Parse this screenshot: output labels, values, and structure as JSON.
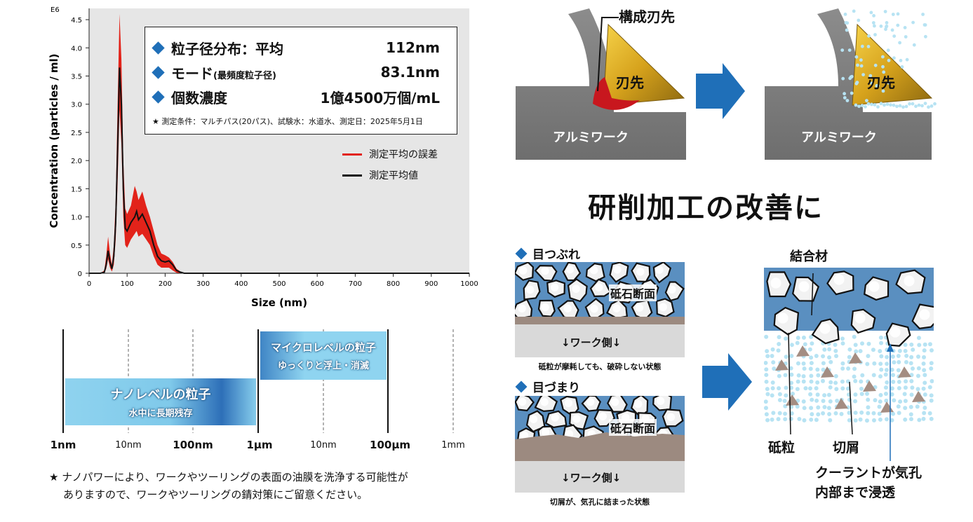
{
  "chart_data": {
    "type": "area",
    "multiplier_label": "E6",
    "xlabel": "Size (nm)",
    "ylabel": "Concentration (particles / ml)",
    "xlim": [
      0,
      1000
    ],
    "ylim": [
      0,
      4.7
    ],
    "x_ticks": [
      "0",
      "100",
      "200",
      "300",
      "400",
      "500",
      "600",
      "700",
      "800",
      "900",
      "1000"
    ],
    "y_ticks": [
      "0",
      "0.5",
      "1.0",
      "1.5",
      "2.0",
      "2.5",
      "3.0",
      "3.5",
      "4.0",
      "4.5"
    ],
    "series": [
      {
        "name": "測定平均値",
        "color": "#111111",
        "x": [
          0,
          30,
          40,
          45,
          50,
          55,
          60,
          65,
          70,
          75,
          80,
          85,
          90,
          95,
          100,
          110,
          120,
          125,
          130,
          140,
          150,
          160,
          170,
          180,
          190,
          200,
          210,
          220,
          230,
          240,
          250,
          260,
          300,
          400,
          1000
        ],
        "y": [
          0,
          0,
          0.02,
          0.15,
          0.4,
          0.2,
          0.08,
          0.3,
          0.9,
          2.2,
          3.65,
          3.0,
          1.5,
          0.8,
          0.75,
          0.9,
          1.0,
          1.1,
          0.95,
          1.05,
          0.9,
          0.75,
          0.5,
          0.3,
          0.22,
          0.2,
          0.22,
          0.15,
          0.05,
          0.02,
          0,
          0,
          0,
          0,
          0
        ]
      },
      {
        "name": "測定平均の誤差",
        "color": "#e2231a",
        "x": [
          0,
          30,
          40,
          45,
          50,
          55,
          60,
          65,
          70,
          75,
          80,
          85,
          90,
          95,
          100,
          110,
          120,
          125,
          130,
          140,
          150,
          160,
          170,
          180,
          190,
          200,
          210,
          220,
          230,
          240,
          250,
          260,
          300,
          400,
          1000
        ],
        "lower": [
          0,
          0,
          0,
          0.08,
          0.25,
          0.1,
          0.03,
          0.15,
          0.6,
          1.6,
          2.9,
          2.3,
          1.0,
          0.5,
          0.45,
          0.6,
          0.7,
          0.75,
          0.65,
          0.7,
          0.6,
          0.5,
          0.3,
          0.15,
          0.1,
          0.1,
          0.1,
          0.05,
          0.01,
          0,
          0,
          0,
          0,
          0,
          0
        ],
        "upper": [
          0,
          0,
          0.05,
          0.3,
          0.65,
          0.35,
          0.15,
          0.5,
          1.3,
          3.0,
          4.6,
          3.8,
          2.0,
          1.15,
          1.05,
          1.2,
          1.55,
          1.45,
          1.3,
          1.45,
          1.2,
          1.0,
          0.75,
          0.5,
          0.35,
          0.32,
          0.28,
          0.2,
          0.08,
          0.03,
          0,
          0,
          0,
          0,
          0
        ]
      }
    ]
  },
  "info": {
    "row1_label": "粒子径分布：平均",
    "row1_value": "112nm",
    "row2_label": "モード",
    "row2_sub": "(最頻度粒子径)",
    "row2_value": "83.1nm",
    "row3_label": "個数濃度",
    "row3_value": "1億4500万個/mL",
    "conditions": "★ 測定条件：マルチパス(20パス)、試験水：水道水、測定日：2025年5月1日"
  },
  "legend": {
    "error": "測定平均の誤差",
    "mean": "測定平均値"
  },
  "scale": {
    "nano_title": "ナノレベルの粒子",
    "nano_sub": "水中に長期残存",
    "micro_title": "マイクロレベルの粒子",
    "micro_sub": "ゆっくりと浮上・消滅",
    "labels": [
      "1nm",
      "10nm",
      "100nm",
      "1μm",
      "10nm",
      "100μm",
      "1mm"
    ]
  },
  "note": {
    "line1": "★ ナノパワーにより、ワークやツーリングの表面の油膜を洗浄する可能性が",
    "line2": "ありますので、ワークやツーリングの錆対策にご留意ください。"
  },
  "cutting": {
    "bue": "構成刃先",
    "edge": "刃先",
    "work": "アルミワーク"
  },
  "title": "研削加工の改善に",
  "glazing": {
    "title": "目つぶれ",
    "section": "砥石断面",
    "work_side": "↓ワーク側↓",
    "caption": "砥粒が摩耗しても、破砕しない状態"
  },
  "loading": {
    "title": "目づまり",
    "section": "砥石断面",
    "work_side": "↓ワーク側↓",
    "caption": "切屑が、気孔に詰まった状態"
  },
  "improved": {
    "binder": "結合材",
    "grain": "砥粒",
    "chips": "切屑",
    "coolant_line1": "クーラントが気孔",
    "coolant_line2": "内部まで浸透"
  },
  "colors": {
    "accent": "#1f6fb8",
    "error": "#e2231a",
    "plot_bg": "#e6e6e6",
    "nano_bar": "#7fcbea",
    "micro_bar": "#8fd4f0"
  }
}
